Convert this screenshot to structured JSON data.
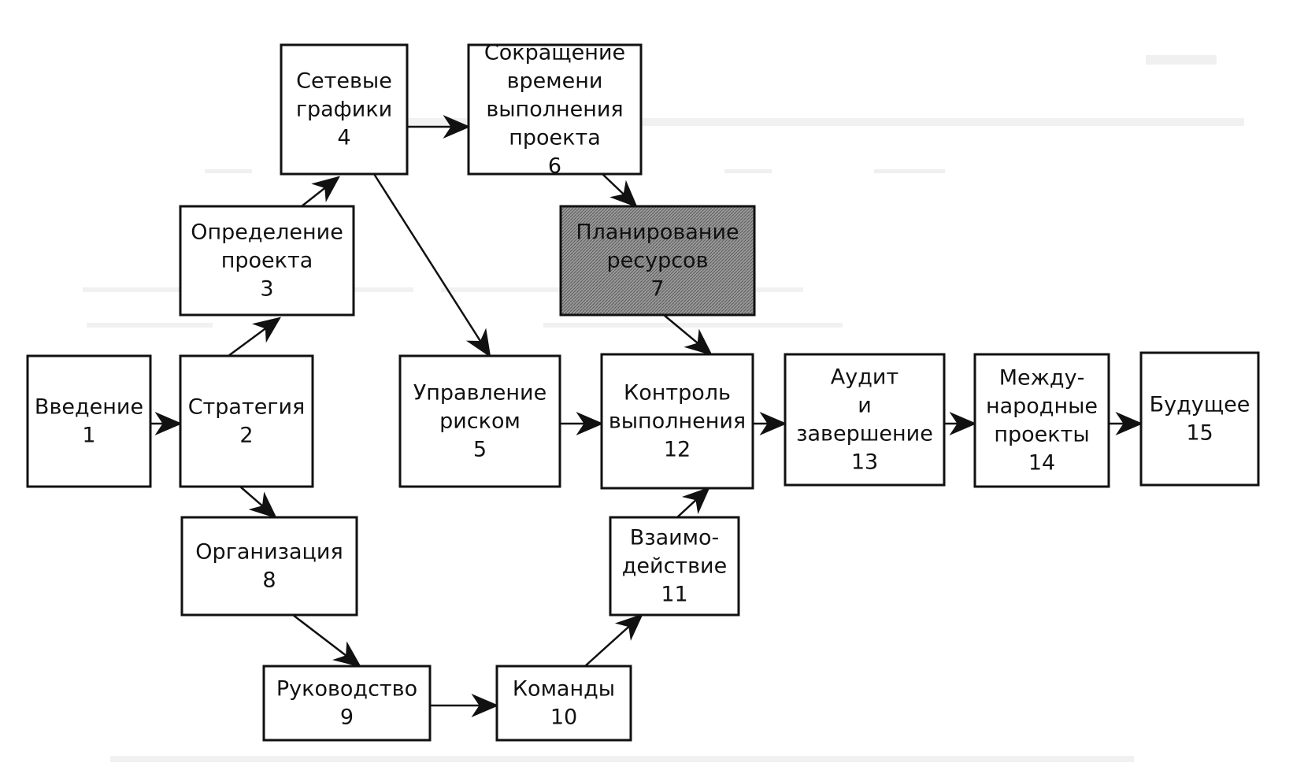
{
  "colors": {
    "line": "#111111",
    "box_fill": "#ffffff",
    "shaded_fill": "#8c8c8c",
    "background": "#ffffff"
  },
  "nodes": [
    {
      "id": "1",
      "lines": [
        "Введение",
        "1"
      ]
    },
    {
      "id": "2",
      "lines": [
        "Стратегия",
        "2"
      ]
    },
    {
      "id": "3",
      "lines": [
        "Определение",
        "проекта",
        "3"
      ]
    },
    {
      "id": "4",
      "lines": [
        "Сетевые",
        "графики",
        "4"
      ]
    },
    {
      "id": "5",
      "lines": [
        "Управление",
        "риском",
        "5"
      ]
    },
    {
      "id": "6",
      "lines": [
        "Сокращение",
        "времени",
        "выполнения",
        "проекта",
        "6"
      ]
    },
    {
      "id": "7",
      "lines": [
        "Планирование",
        "ресурсов",
        "7"
      ],
      "shaded": true
    },
    {
      "id": "8",
      "lines": [
        "Организация",
        "8"
      ]
    },
    {
      "id": "9",
      "lines": [
        "Руководство",
        "9"
      ]
    },
    {
      "id": "10",
      "lines": [
        "Команды",
        "10"
      ]
    },
    {
      "id": "11",
      "lines": [
        "Взаимо-",
        "действие",
        "11"
      ]
    },
    {
      "id": "12",
      "lines": [
        "Контроль",
        "выполнения",
        "12"
      ]
    },
    {
      "id": "13",
      "lines": [
        "Аудит",
        "и",
        "завершение",
        "13"
      ]
    },
    {
      "id": "14",
      "lines": [
        "Между-",
        "народные",
        "проекты",
        "14"
      ]
    },
    {
      "id": "15",
      "lines": [
        "Будущее",
        "15"
      ]
    }
  ],
  "edges": [
    {
      "from": "1",
      "to": "2"
    },
    {
      "from": "2",
      "to": "3"
    },
    {
      "from": "3",
      "to": "4"
    },
    {
      "from": "4",
      "to": "6"
    },
    {
      "from": "4",
      "to": "5"
    },
    {
      "from": "6",
      "to": "7"
    },
    {
      "from": "7",
      "to": "12"
    },
    {
      "from": "5",
      "to": "12"
    },
    {
      "from": "2",
      "to": "8"
    },
    {
      "from": "8",
      "to": "9"
    },
    {
      "from": "9",
      "to": "10"
    },
    {
      "from": "10",
      "to": "11"
    },
    {
      "from": "11",
      "to": "12"
    },
    {
      "from": "12",
      "to": "13"
    },
    {
      "from": "13",
      "to": "14"
    },
    {
      "from": "14",
      "to": "15"
    }
  ]
}
